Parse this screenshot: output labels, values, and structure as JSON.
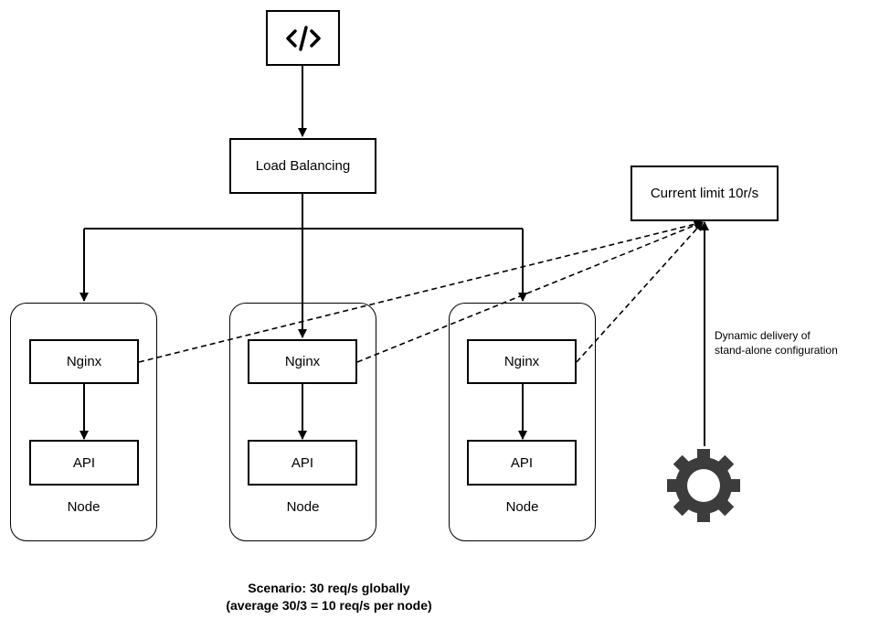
{
  "client": {
    "icon": "code-icon",
    "glyph": "</>"
  },
  "load_balancer": {
    "label": "Load Balancing"
  },
  "rate_limit": {
    "label": "Current limit 10r/s"
  },
  "nodes": [
    {
      "nginx": "Nginx",
      "api": "API",
      "label": "Node"
    },
    {
      "nginx": "Nginx",
      "api": "API",
      "label": "Node"
    },
    {
      "nginx": "Nginx",
      "api": "API",
      "label": "Node"
    }
  ],
  "config": {
    "icon": "gear-icon",
    "lines": [
      "Dynamic delivery of",
      "stand-alone configuration"
    ]
  },
  "scenario": {
    "line1": "Scenario: 30 req/s globally",
    "line2": "(average 30/3 = 10 req/s per node)"
  }
}
